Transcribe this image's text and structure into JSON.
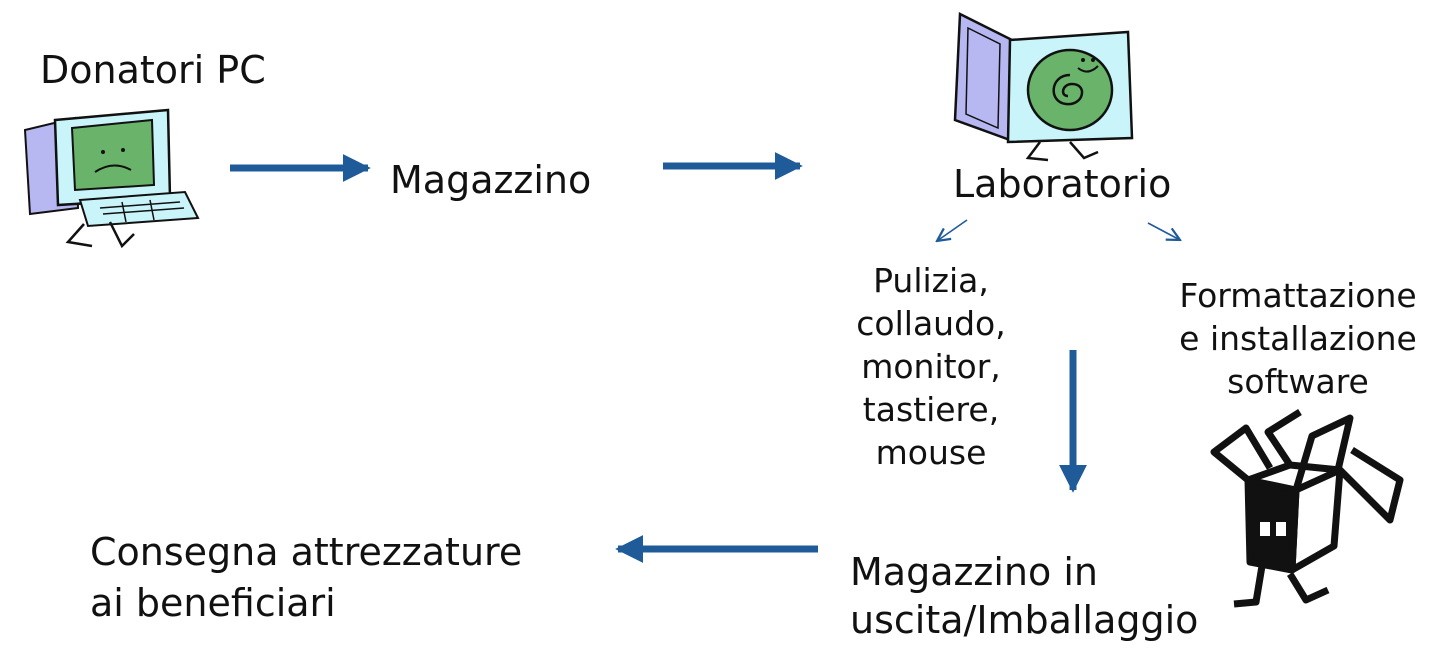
{
  "nodes": {
    "donatori": "Donatori PC",
    "magazzino": "Magazzino",
    "laboratorio": "Laboratorio",
    "pulizia": [
      "Pulizia,",
      "collaudo,",
      "monitor,",
      "tastiere,",
      "mouse"
    ],
    "formattazione": [
      "Formattazione",
      "e installazione",
      "software"
    ],
    "magazzino_uscita": [
      "Magazzino in",
      "uscita/Imballaggio"
    ],
    "consegna": [
      "Consegna attrezzature",
      "ai beneficiari"
    ]
  },
  "icons": {
    "donor_pc": "sad-computer-icon",
    "lab_pc": "happy-computer-icon",
    "box": "shipping-box-icon"
  },
  "colors": {
    "arrow": "#1f5b99",
    "screen_green": "#6ab36a",
    "computer_cyan": "#c8f4fa",
    "computer_shadow": "#b7b7f2"
  }
}
